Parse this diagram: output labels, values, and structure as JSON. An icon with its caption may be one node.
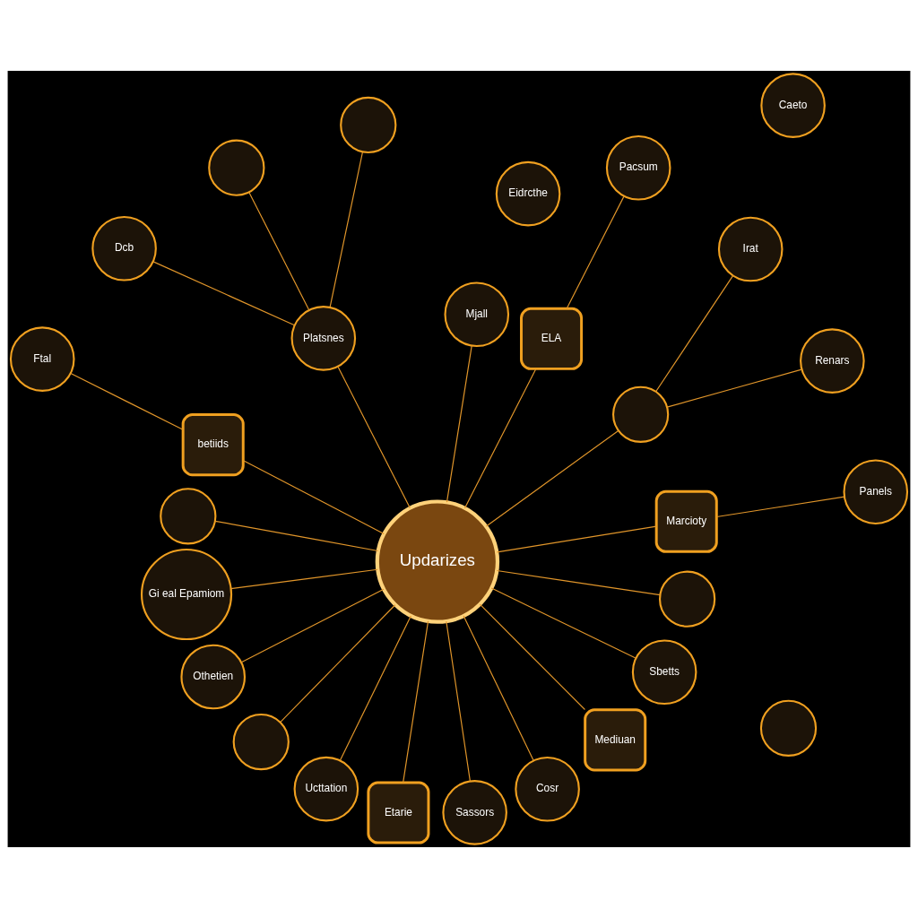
{
  "diagram": {
    "nodes": [
      {
        "text": [],
        "shape": "circle"
      },
      {
        "text": [
          "Mjall"
        ]
      },
      {
        "text": [
          "Pacsum"
        ]
      },
      {
        "text": [
          "Eidrcthe"
        ]
      },
      {
        "text": [],
        "shape": "circle"
      },
      {
        "text": [
          "ELA"
        ]
      },
      {
        "text": [
          "Irat"
        ]
      },
      {
        "text": [
          "Dcb"
        ]
      },
      {
        "text": [
          "Platsnes"
        ]
      },
      {
        "text": [],
        "shape": "circle"
      },
      {
        "text": [
          "Renars"
        ]
      },
      {
        "text": [
          "Ftal"
        ]
      },
      {
        "text": [
          "betiids"
        ]
      },
      {
        "text": [
          "Updarizes"
        ]
      },
      {
        "text": [
          "Marcioty"
        ]
      },
      {
        "text": [
          "Panels"
        ]
      },
      {
        "text": [],
        "shape": "circle"
      },
      {
        "text": [],
        "shape": "circle"
      },
      {
        "text": [
          "Gi eal Epamiom"
        ]
      },
      {
        "text": [
          "Sbetts"
        ]
      },
      {
        "text": [
          "Othetien"
        ]
      },
      {
        "text": [],
        "shape": "circle"
      },
      {
        "text": [
          "Etarie"
        ]
      },
      {
        "text": [
          "Mediuan"
        ]
      },
      {
        "text": [],
        "shape": "circle"
      },
      {
        "text": [
          "Ucttation"
        ]
      },
      {
        "text": [
          "Caeto"
        ]
      },
      {
        "text": [
          "Sassors"
        ]
      },
      {
        "text": [
          "Cosr"
        ]
      }
    ],
    "edges": [
      {
        "from": 13,
        "to": 5,
        "arrow": "none"
      },
      {
        "from": 13,
        "to": 1,
        "arrow": "none"
      },
      {
        "from": 13,
        "to": 9,
        "arrow": "none"
      },
      {
        "from": 13,
        "to": 14,
        "arrow": "none"
      },
      {
        "from": 13,
        "to": 17,
        "arrow": "none"
      },
      {
        "from": 13,
        "to": 19,
        "arrow": "none"
      },
      {
        "from": 13,
        "to": 23,
        "arrow": "none"
      },
      {
        "from": 13,
        "to": 28,
        "arrow": "none"
      },
      {
        "from": 13,
        "to": 27,
        "arrow": "none"
      },
      {
        "from": 13,
        "to": 22,
        "arrow": "none"
      },
      {
        "from": 13,
        "to": 25,
        "arrow": "none"
      },
      {
        "from": 13,
        "to": 21,
        "arrow": "none"
      },
      {
        "from": 13,
        "to": 20,
        "arrow": "none"
      },
      {
        "from": 13,
        "to": 18,
        "arrow": "none"
      },
      {
        "from": 13,
        "to": 16,
        "arrow": "none"
      },
      {
        "from": 13,
        "to": 12,
        "arrow": "none"
      },
      {
        "from": 13,
        "to": 8,
        "arrow": "none"
      },
      {
        "from": 5,
        "to": 2,
        "arrow": "none"
      },
      {
        "from": 9,
        "to": 6,
        "arrow": "none"
      },
      {
        "from": 9,
        "to": 10,
        "arrow": "none"
      },
      {
        "from": 14,
        "to": 15,
        "arrow": "none"
      },
      {
        "from": 12,
        "to": 11,
        "arrow": "none"
      },
      {
        "from": 8,
        "to": 7,
        "arrow": "none"
      },
      {
        "from": 8,
        "to": 4,
        "arrow": "none"
      },
      {
        "from": 8,
        "to": 0,
        "arrow": "none"
      }
    ]
  }
}
